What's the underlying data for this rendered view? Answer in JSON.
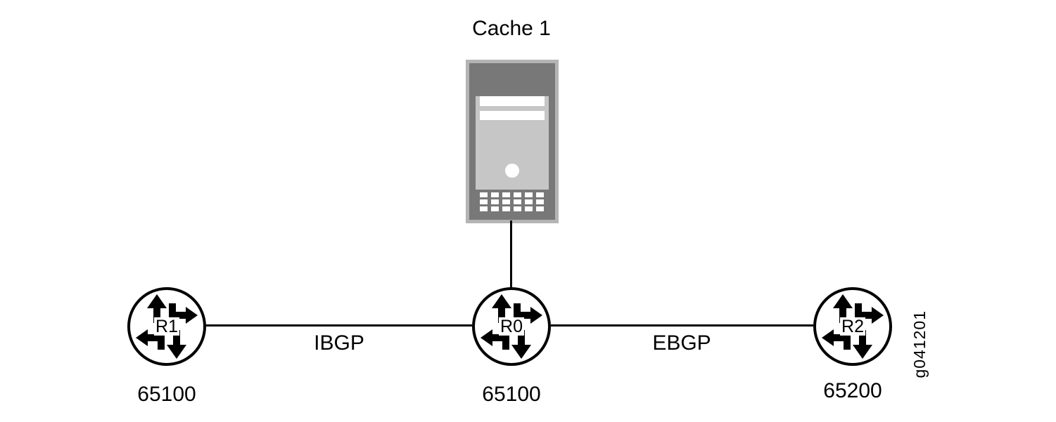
{
  "cache": {
    "label": "Cache 1"
  },
  "routers": [
    {
      "label": "R1",
      "asn": "65100"
    },
    {
      "label": "R0",
      "asn": "65100"
    },
    {
      "label": "R2",
      "asn": "65200"
    }
  ],
  "links": [
    {
      "label": "IBGP"
    },
    {
      "label": "EBGP"
    }
  ],
  "figure_code": "g041201",
  "colors": {
    "line": "#000000",
    "server_outer": "#b4b4b4",
    "server_frame": "#787878",
    "server_body": "#c6c6c6",
    "server_detail": "#ffffff"
  }
}
